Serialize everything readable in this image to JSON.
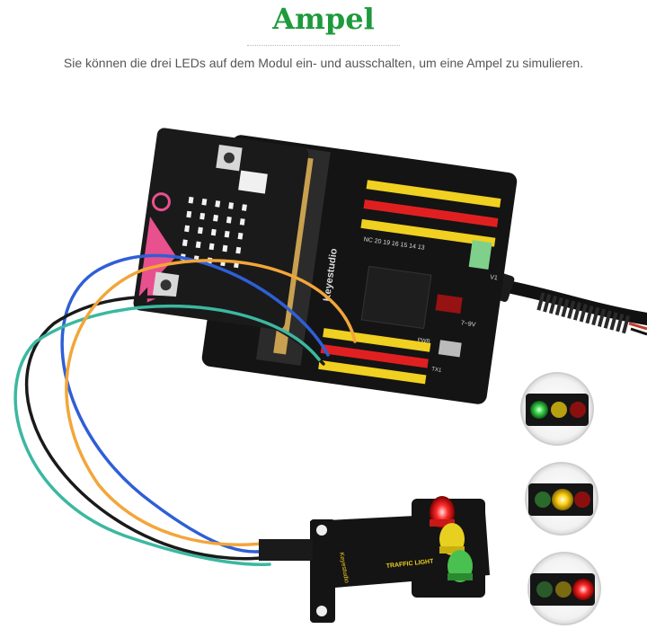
{
  "header": {
    "title": "Ampel",
    "subtitle": "Sie können die drei LEDs auf dem Modul ein- und ausschalten, um eine Ampel zu simulieren."
  },
  "board": {
    "brand": "Keyestudio",
    "pin_labels": "NC 20 19 16 15 14 13",
    "voltage": "7~9V",
    "v1": "V1",
    "pwr": "PWR",
    "tx1": "TX1"
  },
  "module": {
    "label": "TRAFFIC LIGHT",
    "brand": "Keyestudio"
  },
  "colors": {
    "title": "#1e9a3c",
    "board": "#141414",
    "micro_bit_pink": "#e8508e",
    "wire_blue": "#2f5fd6",
    "wire_black": "#1a1a1a",
    "wire_green": "#3bb8a0",
    "wire_orange": "#f2a63a",
    "led_red": "#ff2a2a",
    "led_yellow": "#ffd31a",
    "led_green": "#3ad64a"
  }
}
